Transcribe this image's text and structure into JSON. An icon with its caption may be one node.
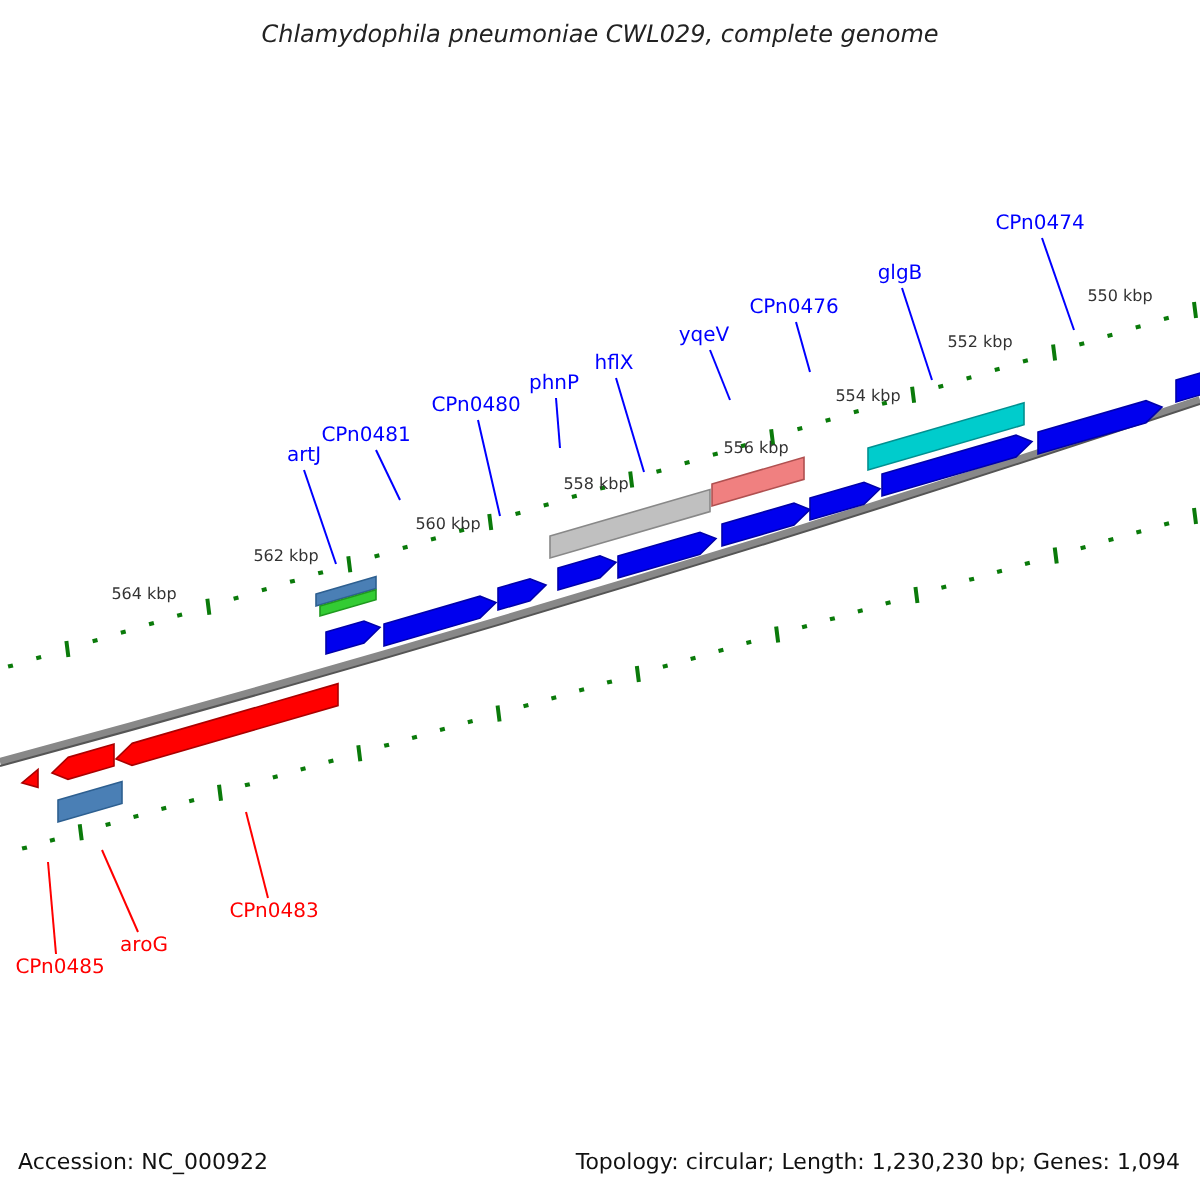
{
  "diagram": {
    "title": "Chlamydophila pneumoniae CWL029, complete genome",
    "nodes": [
      {
        "text": [
          "artJ"
        ]
      },
      {
        "text": [
          "CPn0481"
        ]
      },
      {
        "text": [
          "CPn0480"
        ]
      },
      {
        "text": [
          "phnP"
        ]
      },
      {
        "text": [
          "hflX"
        ]
      },
      {
        "text": [
          "yqeV"
        ]
      },
      {
        "text": [
          "CPn0476"
        ]
      },
      {
        "text": [
          "glgB"
        ]
      },
      {
        "text": [
          "CPn0474"
        ]
      },
      {
        "text": [
          "CPn0485"
        ]
      },
      {
        "text": [
          "aroG"
        ]
      },
      {
        "text": [
          "CPn0483"
        ]
      }
    ],
    "edges": [
      {
        "from": 0,
        "to": null,
        "arrow": "none"
      },
      {
        "from": 1,
        "to": null,
        "arrow": "none"
      },
      {
        "from": 2,
        "to": null,
        "arrow": "none"
      },
      {
        "from": 3,
        "to": null,
        "arrow": "none"
      },
      {
        "from": 4,
        "to": null,
        "arrow": "none"
      },
      {
        "from": 5,
        "to": null,
        "arrow": "none"
      },
      {
        "from": 6,
        "to": null,
        "arrow": "none"
      },
      {
        "from": 7,
        "to": null,
        "arrow": "none"
      },
      {
        "from": 8,
        "to": null,
        "arrow": "none"
      },
      {
        "from": 9,
        "to": null,
        "arrow": "none",
        "color": "#ff0000"
      },
      {
        "from": 10,
        "to": null,
        "arrow": "none",
        "color": "#ff0000"
      },
      {
        "from": 11,
        "to": null,
        "arrow": "none",
        "color": "#ff0000"
      }
    ],
    "labels": [
      "564 kbp",
      "562 kbp",
      "560 kbp",
      "558 kbp",
      "556 kbp",
      "554 kbp",
      "552 kbp",
      "550 kbp",
      "Accession: NC_000922",
      "Topology: circular; Length: 1,230,230 bp; Genes: 1,094"
    ]
  }
}
